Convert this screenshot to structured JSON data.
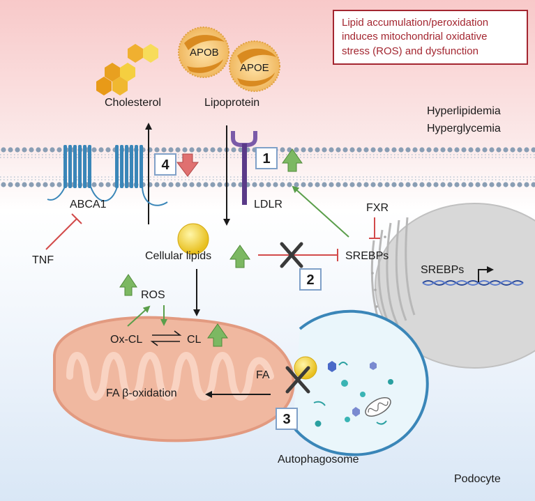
{
  "note": "Lipid accumulation/peroxidation induces mitochondrial oxidative stress (ROS) and dysfunction",
  "note_lines": [
    "Lipid accumulation/peroxidation",
    "induces mitochondrial oxidative",
    "stress (ROS) and dysfunction"
  ],
  "conditions": [
    "Hyperlipidemia",
    "Hyperglycemia"
  ],
  "labels": {
    "cholesterol": "Cholesterol",
    "lipoprotein": "Lipoprotein",
    "apob": "APOB",
    "apoe": "APOE",
    "abca1": "ABCA1",
    "ldlr": "LDLR",
    "tnf": "TNF",
    "fxr": "FXR",
    "srebps": "SREBPs",
    "srebps_nucleus": "SREBPs",
    "cellular_lipids": "Cellular lipids",
    "ros": "ROS",
    "ox_cl": "Ox-CL",
    "cl": "CL",
    "fa": "FA",
    "fa_beta_oxidation": "FA β-oxidation",
    "autophagosome": "Autophagosome",
    "podocyte": "Podocyte"
  },
  "step_numbers": [
    "1",
    "2",
    "3",
    "4"
  ],
  "colors": {
    "note_border": "#a32630",
    "note_text": "#a32630",
    "up_arrow": "#7cb862",
    "down_arrow": "#e07070",
    "inhibit_red": "#d24a4a",
    "green_line": "#5a9e4a",
    "membrane": "#8a9eb4",
    "abca1": "#3a86b8",
    "ldlr": "#7a5aa8",
    "mito": "#f0b8a0",
    "nucleus": "#d8d8d8",
    "box_border": "#7fa0c8"
  }
}
